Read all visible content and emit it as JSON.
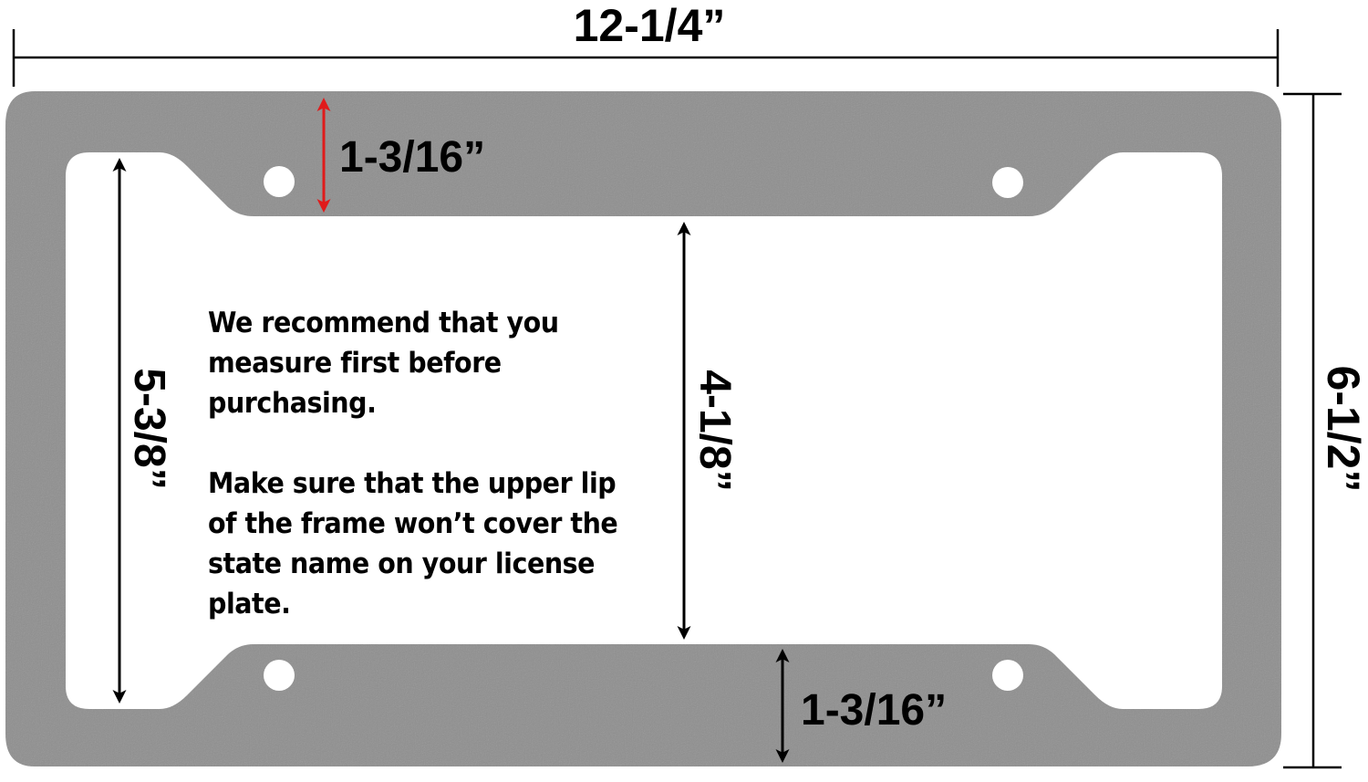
{
  "diagram": {
    "dimensions": {
      "overall_width": "12-1/4”",
      "overall_height": "6-1/2”",
      "top_lip": "1-3/16”",
      "bottom_lip": "1-3/16”",
      "inner_opening_height": "5-3/8”",
      "plate_view_height": "4-1/8”"
    },
    "note": {
      "line1": "We recommend that you measure first before purchasing.",
      "line2": "Make sure that the upper lip of the frame won’t cover the state name on your license plate."
    },
    "colors": {
      "frame": "#8f8f8f",
      "dimension_line": "#000000",
      "highlight_arrow": "#e01b1b",
      "background": "#ffffff"
    }
  }
}
